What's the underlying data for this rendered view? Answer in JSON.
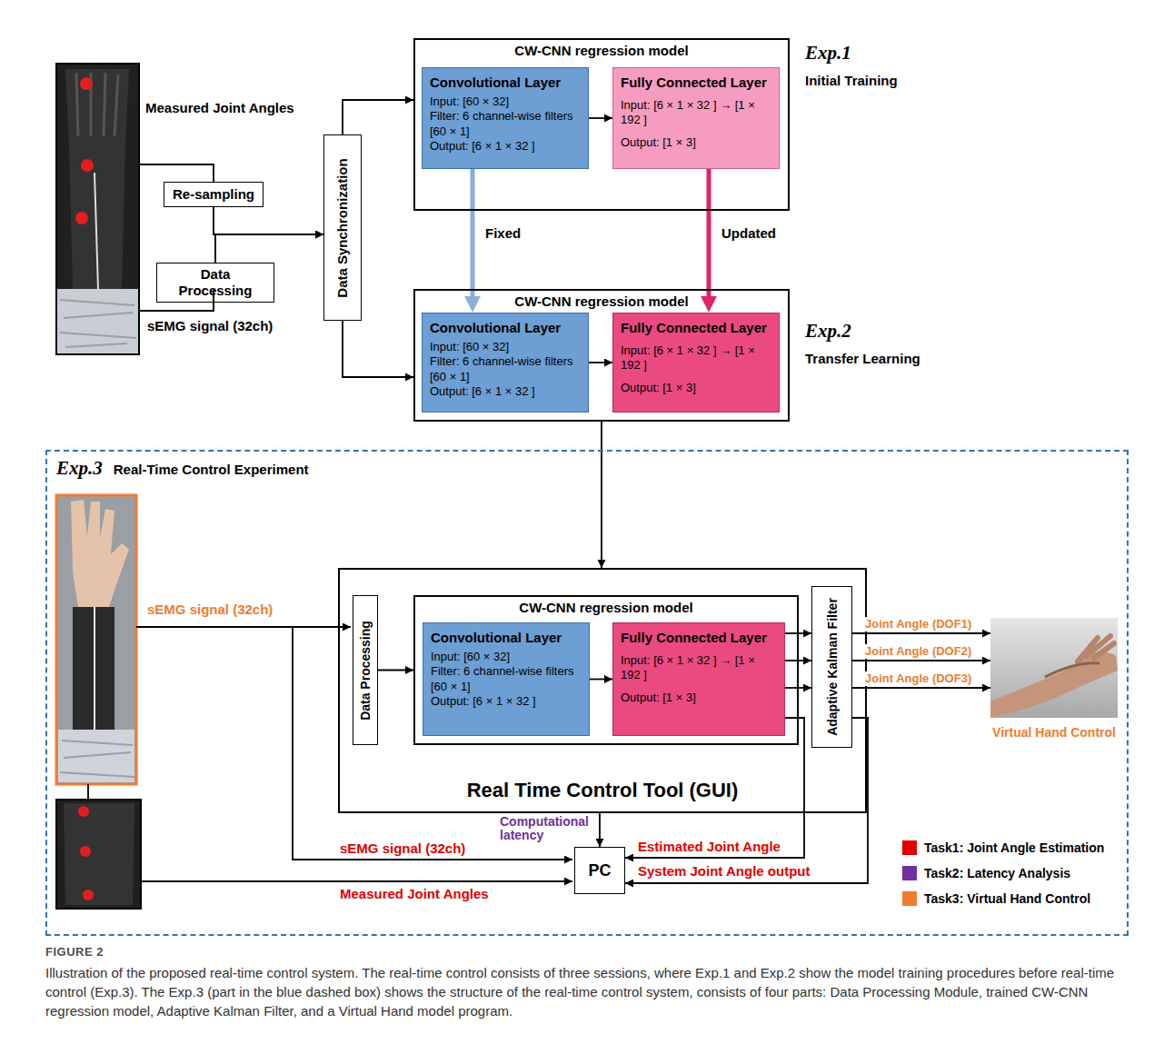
{
  "diagram": {
    "title": "FIGURE 2",
    "caption": "Illustration of the proposed real-time control system. The real-time control consists of three sessions, where Exp.1 and Exp.2 show the model training procedures before real-time control (Exp.3). The Exp.3 (part in the blue dashed box) shows the structure of the real-time control system, consists of four parts: Data Processing Module, trained CW-CNN regression model, Adaptive Kalman Filter, and a Virtual Hand model program.",
    "nodes": [
      {
        "text": [
          "Re-sampling"
        ]
      },
      {
        "text": [
          "Data Processing"
        ]
      },
      {
        "text": [
          "Data Synchronization"
        ]
      },
      {
        "text": [
          "CW-CNN regression model"
        ]
      },
      {
        "text": [
          "Convolutional Layer",
          "Input: [60 × 32]",
          "Filter: 6 channel-wise filters [60 × 1]",
          "Output: [6 × 1 × 32 ]"
        ],
        "in": 3
      },
      {
        "text": [
          "Fully Connected Layer",
          "Input: [6 × 1 × 32 ] → [1 × 192 ]",
          "Output: [1 × 3]"
        ],
        "in": 3
      },
      {
        "text": [
          "CW-CNN regression model"
        ]
      },
      {
        "text": [
          "Convolutional Layer",
          "Input: [60 × 32]",
          "Filter: 6 channel-wise filters [60 × 1]",
          "Output: [6 × 1 × 32 ]"
        ],
        "in": 6
      },
      {
        "text": [
          "Fully Connected Layer",
          "Input: [6 × 1 × 32 ] → [1 × 192 ]",
          "Output: [1 × 3]"
        ],
        "in": 6
      },
      {
        "text": [
          "Exp.3",
          "Real-Time Control Experiment"
        ]
      },
      {
        "text": [
          "Real Time Control Tool (GUI)"
        ],
        "in": 9
      },
      {
        "text": [
          "Data Processing"
        ],
        "in": 10
      },
      {
        "text": [
          "CW-CNN regression model"
        ],
        "in": 10
      },
      {
        "text": [
          "Convolutional Layer",
          "Input: [60 × 32]",
          "Filter: 6 channel-wise filters [60 × 1]",
          "Output: [6 × 1 × 32 ]"
        ],
        "in": 12
      },
      {
        "text": [
          "Fully Connected Layer",
          "Input: [6 × 1 × 32 ] → [1 × 192 ]",
          "Output: [1 × 3]"
        ],
        "in": 12
      },
      {
        "text": [
          "Adaptive Kalman Filter"
        ],
        "in": 10
      },
      {
        "text": [
          "Virtual Hand Control"
        ],
        "in": 9
      },
      {
        "text": [
          "PC"
        ],
        "in": 9
      }
    ],
    "edges": [
      {
        "from": 0,
        "to": 2,
        "arrow": "to"
      },
      {
        "from": 1,
        "to": 2,
        "arrow": "to"
      },
      {
        "from": 2,
        "to": 3,
        "arrow": "to"
      },
      {
        "from": 2,
        "to": 6,
        "arrow": "to"
      },
      {
        "from": 4,
        "to": 5,
        "arrow": "to"
      },
      {
        "from": 7,
        "to": 8,
        "arrow": "to"
      },
      {
        "from": 4,
        "to": 7,
        "label": "Fixed",
        "arrow": "to"
      },
      {
        "from": 5,
        "to": 8,
        "label": "Updated",
        "arrow": "to"
      },
      {
        "from": 6,
        "to": 10,
        "arrow": "to"
      },
      {
        "from": 11,
        "to": 12,
        "arrow": "to"
      },
      {
        "from": 13,
        "to": 14,
        "arrow": "to"
      },
      {
        "from": 14,
        "to": 15,
        "arrow": "to"
      },
      {
        "from": 14,
        "to": 15,
        "arrow": "to"
      },
      {
        "from": 14,
        "to": 15,
        "arrow": "to"
      },
      {
        "from": 15,
        "to": 16,
        "label": "Joint Angle (DOF1)",
        "arrow": "to"
      },
      {
        "from": 15,
        "to": 16,
        "label": "Joint Angle (DOF2)",
        "arrow": "to"
      },
      {
        "from": 15,
        "to": 16,
        "label": "Joint Angle (DOF3)",
        "arrow": "to"
      },
      {
        "from": 10,
        "to": 17,
        "label": "Computational latency",
        "arrow": "to"
      },
      {
        "from": 14,
        "to": 17,
        "label": "Estimated Joint Angle",
        "arrow": "to"
      },
      {
        "from": 15,
        "to": 17,
        "label": "System Joint Angle output",
        "arrow": "to"
      }
    ],
    "labels": [
      "Measured Joint Angles",
      "sEMG signal (32ch)",
      "Exp.1",
      "Initial Training",
      "Exp.2",
      "Transfer Learning",
      "sEMG signal (32ch)",
      "sEMG signal (32ch)",
      "Measured Joint Angles"
    ],
    "legend": [
      {
        "text": "Task1: Joint Angle Estimation",
        "color": "#e00000"
      },
      {
        "text": "Task2: Latency Analysis",
        "color": "#7030a0"
      },
      {
        "text": "Task3: Virtual Hand Control",
        "color": "#ed7d31"
      }
    ]
  }
}
